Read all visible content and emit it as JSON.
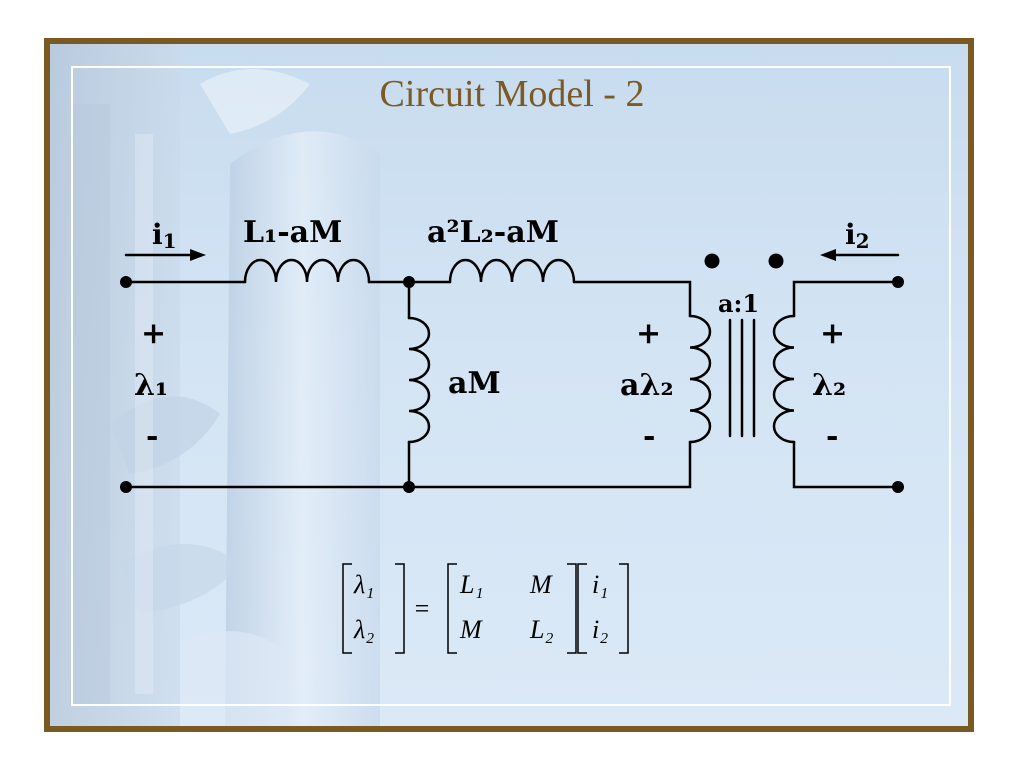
{
  "title": "Circuit Model - 2",
  "circuit": {
    "current_in_label": "i",
    "current_in_sub": "1",
    "current_out_label": "i",
    "current_out_sub": "2",
    "series_inductor1_label": "L₁-aM",
    "series_inductor2_label": "a²L₂-aM",
    "shunt_inductor_label": "aM",
    "transformer_ratio": "a:1",
    "left_plus": "+",
    "left_minus": "-",
    "left_voltage": "λ₁",
    "mid_plus": "+",
    "mid_minus": "-",
    "mid_voltage": "aλ₂",
    "right_plus": "+",
    "right_minus": "-",
    "right_voltage": "λ₂"
  },
  "equation": {
    "lhs": [
      "λ₁",
      "λ₂"
    ],
    "equals": "=",
    "matrix": [
      [
        "L₁",
        "M"
      ],
      [
        "M",
        "L₂"
      ]
    ],
    "rhs": [
      "i₁",
      "i₂"
    ]
  },
  "colors": {
    "frame": "#7a5a22",
    "title": "#7a5a26",
    "background": "#d3e4f4",
    "wire": "#000000"
  }
}
